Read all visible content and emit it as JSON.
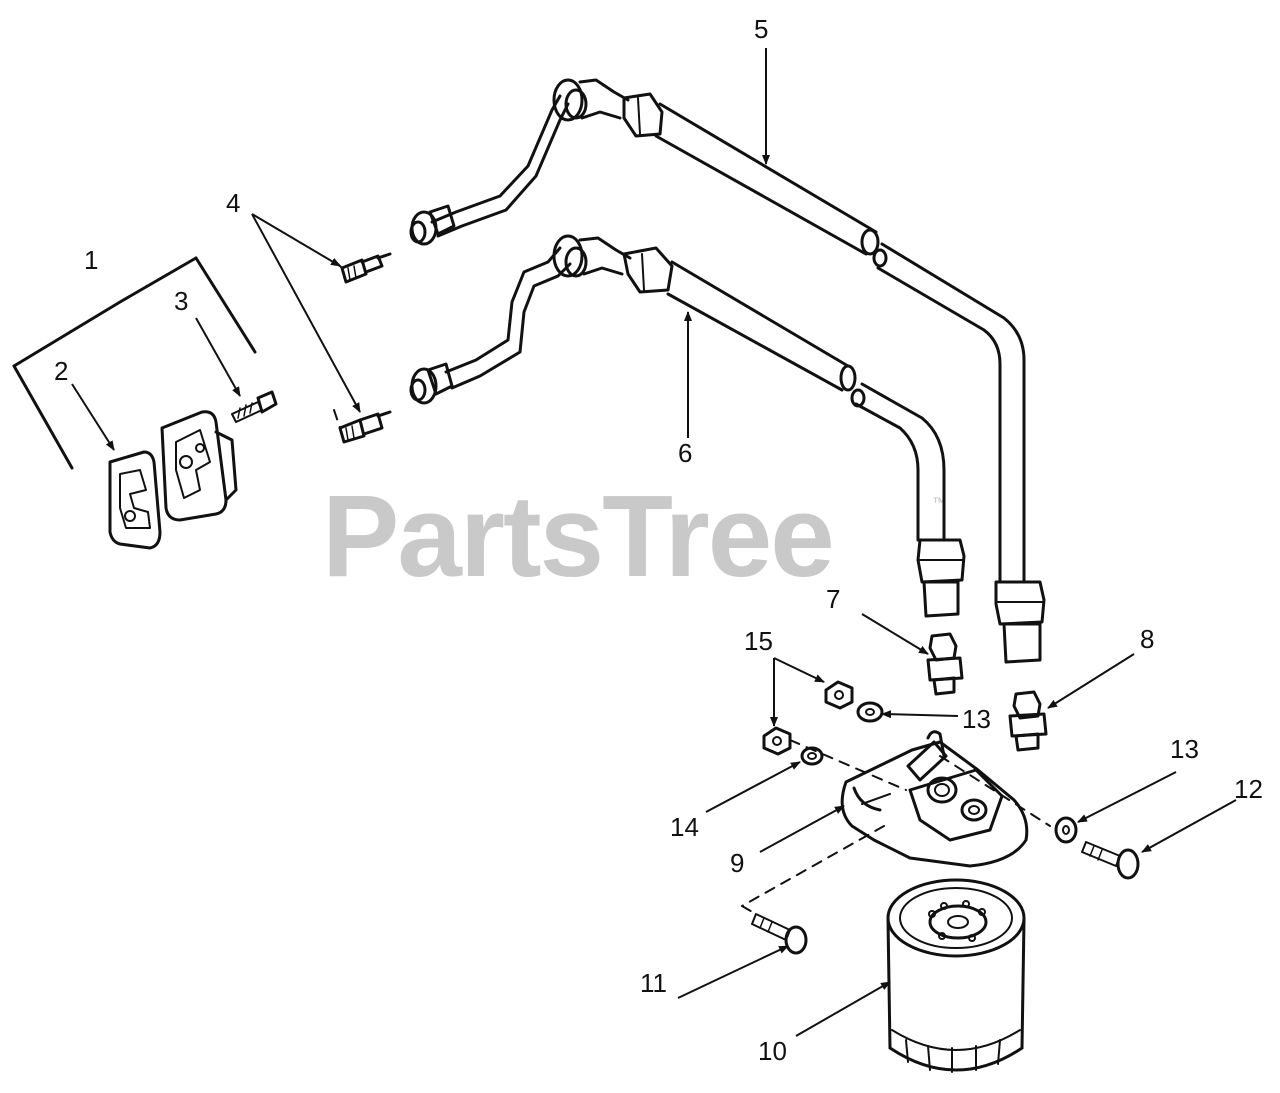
{
  "watermark": {
    "text": "PartsTree",
    "mark": "™"
  },
  "callouts": [
    {
      "id": "1",
      "label": "1"
    },
    {
      "id": "2",
      "label": "2"
    },
    {
      "id": "3",
      "label": "3"
    },
    {
      "id": "4",
      "label": "4"
    },
    {
      "id": "5",
      "label": "5"
    },
    {
      "id": "6",
      "label": "6"
    },
    {
      "id": "7",
      "label": "7"
    },
    {
      "id": "8",
      "label": "8"
    },
    {
      "id": "9",
      "label": "9"
    },
    {
      "id": "10",
      "label": "10"
    },
    {
      "id": "11",
      "label": "11"
    },
    {
      "id": "12",
      "label": "12"
    },
    {
      "id": "13a",
      "label": "13"
    },
    {
      "id": "13b",
      "label": "13"
    },
    {
      "id": "14",
      "label": "14"
    },
    {
      "id": "15",
      "label": "15"
    }
  ],
  "colors": {
    "line": "#111111",
    "watermark": "#c9c9c9",
    "background": "#ffffff"
  }
}
